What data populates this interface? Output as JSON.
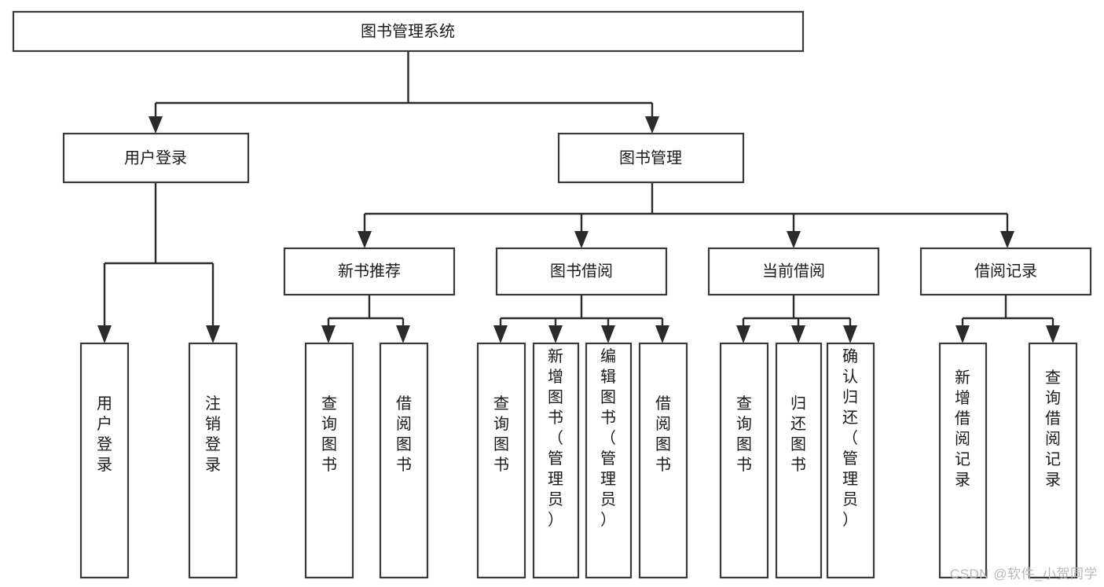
{
  "diagram": {
    "type": "tree-hierarchy",
    "title": "图书管理系统",
    "orientation": "top-down",
    "watermark": "CSDN @软件_小贺同学",
    "colors": {
      "box_fill": "#ffffff",
      "box_stroke": "#3a3a3a",
      "connector": "#2b2b2b",
      "text": "#1a1a1a",
      "watermark": "#b9b9b9",
      "background": "#ffffff"
    },
    "nodes": {
      "root": {
        "label": "图书管理系统"
      },
      "level2": [
        {
          "label": "用户登录"
        },
        {
          "label": "图书管理"
        }
      ],
      "level3": [
        {
          "label": "新书推荐"
        },
        {
          "label": "图书借阅"
        },
        {
          "label": "当前借阅"
        },
        {
          "label": "借阅记录"
        }
      ],
      "leaves": [
        {
          "label": "用户登录",
          "parent": "用户登录"
        },
        {
          "label": "注销登录",
          "parent": "用户登录"
        },
        {
          "label": "查询图书",
          "parent": "新书推荐"
        },
        {
          "label": "借阅图书",
          "parent": "新书推荐"
        },
        {
          "label": "查询图书",
          "parent": "图书借阅"
        },
        {
          "label": "新增图书（管理员）",
          "parent": "图书借阅"
        },
        {
          "label": "编辑图书（管理员）",
          "parent": "图书借阅"
        },
        {
          "label": "借阅图书",
          "parent": "图书借阅"
        },
        {
          "label": "查询图书",
          "parent": "当前借阅"
        },
        {
          "label": "归还图书",
          "parent": "当前借阅"
        },
        {
          "label": "确认归还（管理员）",
          "parent": "当前借阅"
        },
        {
          "label": "新增借阅记录",
          "parent": "借阅记录"
        },
        {
          "label": "查询借阅记录",
          "parent": "借阅记录"
        }
      ]
    }
  }
}
